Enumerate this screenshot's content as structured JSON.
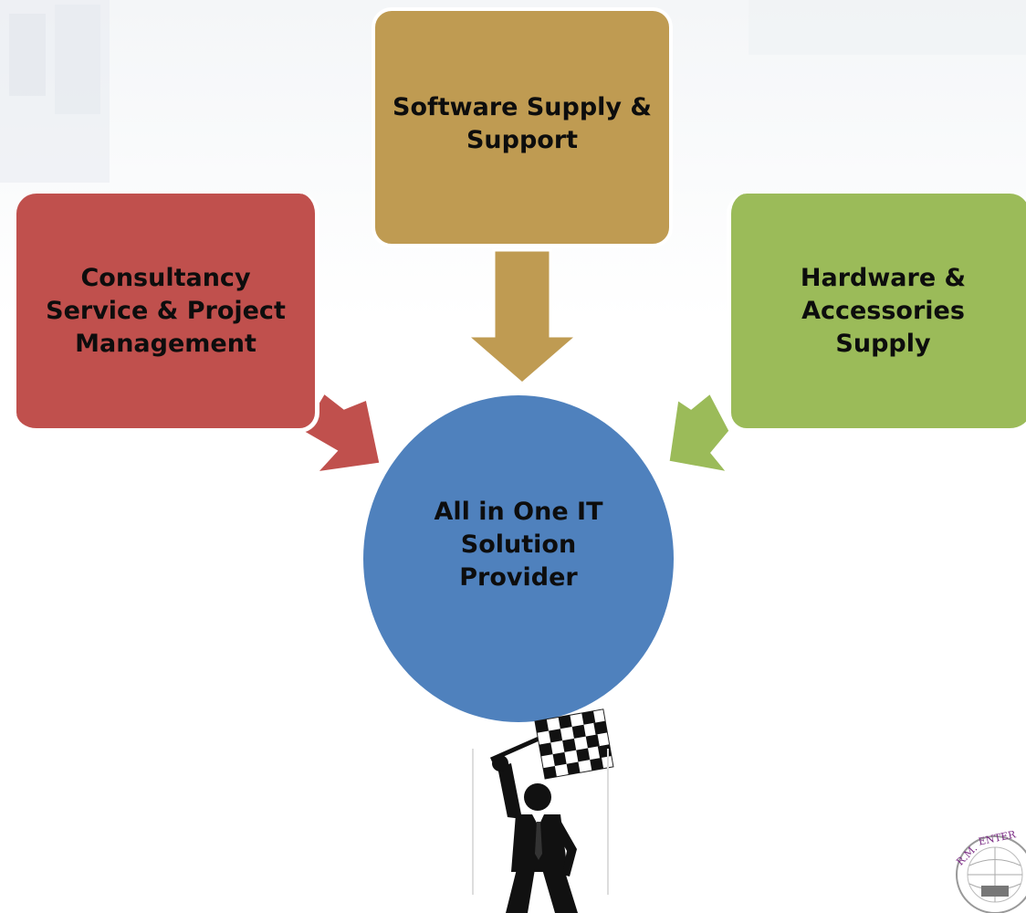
{
  "nodes": {
    "consultancy": "Consultancy Service & Project Management",
    "software": "Software Supply & Support",
    "hardware": "Hardware & Accessories Supply",
    "center": "All in One IT Solution Provider"
  },
  "logo": {
    "text": "R.M. ENTER"
  },
  "colors": {
    "consultancy": "#c0504d",
    "software": "#bf9b52",
    "hardware": "#9bbb59",
    "center": "#4f81bd"
  }
}
